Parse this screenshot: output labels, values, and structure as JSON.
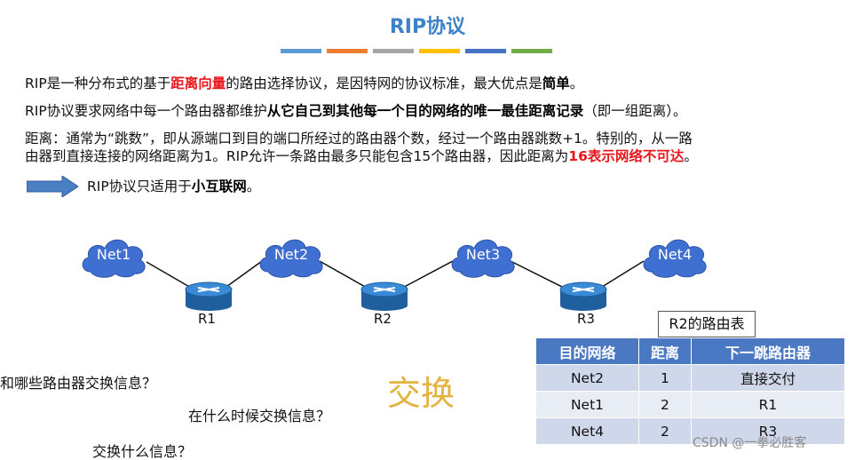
{
  "slide": {
    "title": "RIP协议",
    "color_bars": [
      "#5b9bd5",
      "#ed7d31",
      "#a5a5a5",
      "#ffc000",
      "#4472c4",
      "#70ad47"
    ]
  },
  "paragraphs": {
    "p1": {
      "a": "RIP是一种分布式的基于",
      "b": "距离向量",
      "c": "的路由选择协议，是因特网的协议标准，最大优点是",
      "d": "简单",
      "e": "。"
    },
    "p2": {
      "a": "RIP协议要求网络中每一个路由器都维护",
      "b": "从它自己到其他每一个目的网络的唯一最佳距离记录",
      "c": "（即一组距离）。"
    },
    "p3": {
      "a": "距离：通常为“跳数”，即从源端口到目的端口所经过的路由器个数，经过一个路由器跳数+1。特别的，从一路",
      "b": "由器到直接连接的网络距离为1。RIP允许一条路由最多只能包含15个路由器，因此距离为",
      "c": "16表示网络不可达",
      "d": "。"
    },
    "p4": {
      "a": "RIP协议只适用于",
      "b": "小互联网",
      "c": "。"
    }
  },
  "diagram": {
    "nets": [
      "Net1",
      "Net2",
      "Net3",
      "Net4"
    ],
    "routers": [
      "R1",
      "R2",
      "R3"
    ],
    "cloud_color": "#3e6fd1",
    "router_color": "#2a72c0"
  },
  "questions": {
    "q1": "和哪些路由器交换信息？",
    "q2": "在什么时候交换信息？",
    "q3": "交换什么信息？",
    "exchange": "交换"
  },
  "routing_table": {
    "caption": "R2的路由表",
    "headers": [
      "目的网络",
      "距离",
      "下一跳路由器"
    ],
    "rows": [
      [
        "Net2",
        "1",
        "直接交付"
      ],
      [
        "Net1",
        "2",
        "R1"
      ],
      [
        "Net4",
        "2",
        "R3"
      ]
    ]
  },
  "footer": {
    "credit": "CSDN @一拳必胜客"
  }
}
